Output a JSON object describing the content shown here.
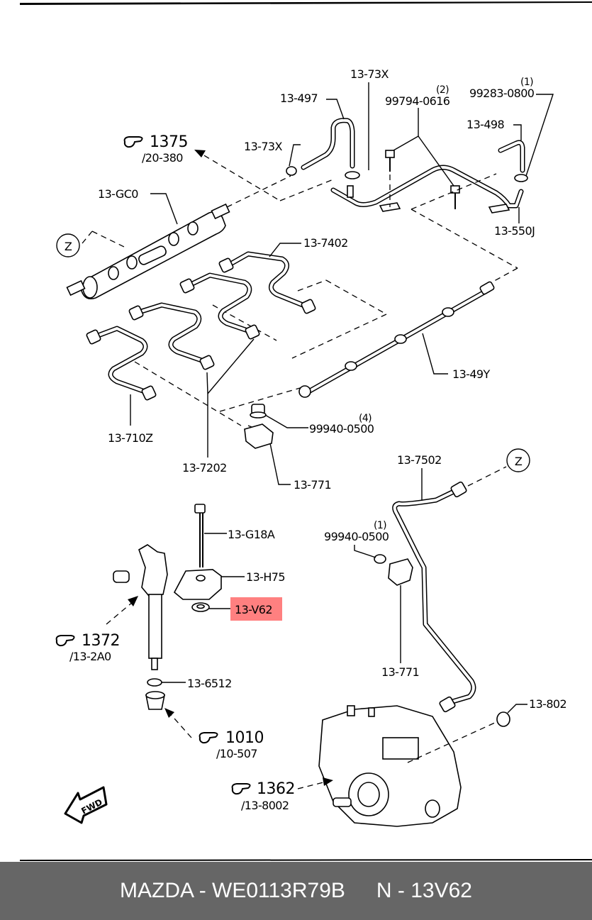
{
  "diagram": {
    "labels": {
      "l_13_73X_top": "13-73X",
      "l_13_497": "13-497",
      "l_99794": "99794-0616",
      "l_99794_qty": "(2)",
      "l_99283": "99283-0800",
      "l_99283_qty": "(1)",
      "l_13_498": "13-498",
      "l_13_73X_left": "13-73X",
      "l_13_550J": "13-550J",
      "l_13_GC0": "13-GC0",
      "l_13_7402": "13-7402",
      "l_13_49Y": "13-49Y",
      "l_13_710Z": "13-710Z",
      "l_13_7202": "13-7202",
      "l_99940_top": "99940-0500",
      "l_99940_top_qty": "(4)",
      "l_13_771_top": "13-771",
      "l_13_7502": "13-7502",
      "l_99940_mid": "99940-0500",
      "l_99940_mid_qty": "(1)",
      "l_13_771_mid": "13-771",
      "l_13_G18A": "13-G18A",
      "l_13_H75": "13-H75",
      "l_13_V62": "13-V62",
      "l_13_6512": "13-6512",
      "l_13_802": "13-802",
      "z_left": "Z",
      "z_right": "Z",
      "fwd": "FWD"
    },
    "references": [
      {
        "num": "1375",
        "sub": "/20-380"
      },
      {
        "num": "1372",
        "sub": "/13-2A0"
      },
      {
        "num": "1010",
        "sub": "/10-507"
      },
      {
        "num": "1362",
        "sub": "/13-8002"
      }
    ],
    "highlight": {
      "part": "13-V62",
      "color": "#ff8080"
    }
  },
  "footer": {
    "brand": "MAZDA - WE0113R79B",
    "part": "N - 13V62",
    "background": "#666666"
  }
}
